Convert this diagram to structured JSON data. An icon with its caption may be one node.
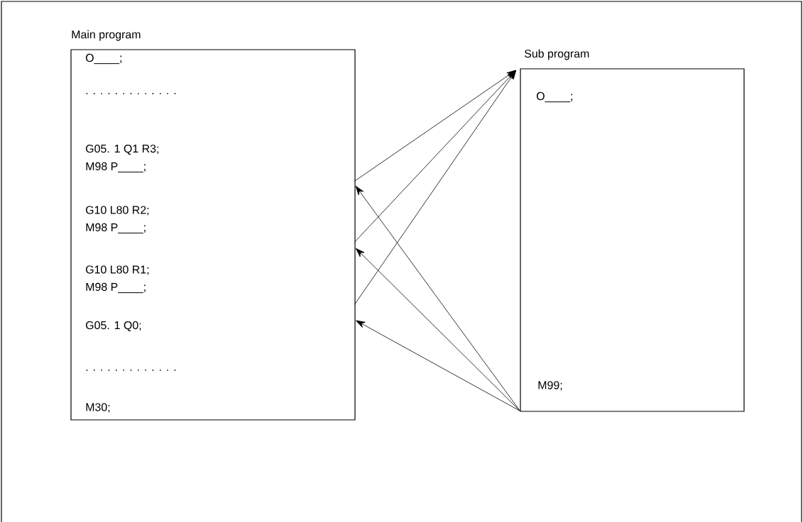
{
  "diagram": {
    "nodes": [
      {
        "text": [
          "Main program",
          "O____;",
          ". . . . . . . . . . . . .",
          "G05.  1 Q1 R3;",
          "M98 P____;",
          "G10 L80 R2;",
          "M98 P____;",
          "G10 L80 R1;",
          "M98 P____;",
          "G05.  1 Q0;",
          ". . . . . . . . . . . . .",
          "M30;"
        ]
      },
      {
        "text": [
          "Sub program",
          "O____;",
          "M99;"
        ]
      }
    ],
    "edges": [
      {
        "from": 0,
        "to": 1,
        "arrow": "to"
      },
      {
        "from": 0,
        "to": 1,
        "arrow": "to"
      },
      {
        "from": 0,
        "to": 1,
        "arrow": "to"
      },
      {
        "from": 1,
        "to": 0,
        "arrow": "to"
      },
      {
        "from": 1,
        "to": 0,
        "arrow": "to"
      },
      {
        "from": 1,
        "to": 0,
        "arrow": "to"
      }
    ]
  }
}
